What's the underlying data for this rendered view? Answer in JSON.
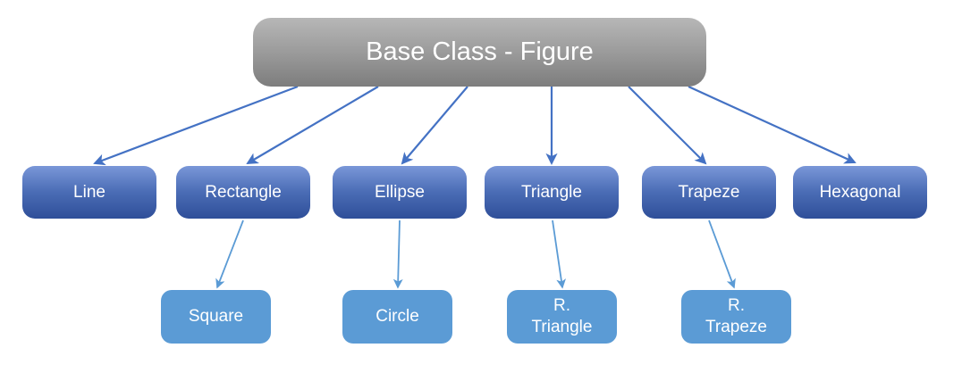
{
  "nodes": {
    "base": {
      "label": "Base Class - Figure"
    },
    "line": {
      "label": "Line"
    },
    "rectangle": {
      "label": "Rectangle"
    },
    "ellipse": {
      "label": "Ellipse"
    },
    "triangle": {
      "label": "Triangle"
    },
    "trapeze": {
      "label": "Trapeze"
    },
    "hexagonal": {
      "label": "Hexagonal"
    },
    "square": {
      "label": "Square"
    },
    "circle": {
      "label": "Circle"
    },
    "r_triangle": {
      "label": "R.\nTriangle"
    },
    "r_trapeze": {
      "label": "R.\nTrapeze"
    }
  },
  "edges": [
    {
      "from": "base",
      "to": "line",
      "level": 1
    },
    {
      "from": "base",
      "to": "rectangle",
      "level": 1
    },
    {
      "from": "base",
      "to": "ellipse",
      "level": 1
    },
    {
      "from": "base",
      "to": "triangle",
      "level": 1
    },
    {
      "from": "base",
      "to": "trapeze",
      "level": 1
    },
    {
      "from": "base",
      "to": "hexagonal",
      "level": 1
    },
    {
      "from": "rectangle",
      "to": "square",
      "level": 2
    },
    {
      "from": "ellipse",
      "to": "circle",
      "level": 2
    },
    {
      "from": "triangle",
      "to": "r_triangle",
      "level": 2
    },
    {
      "from": "trapeze",
      "to": "r_trapeze",
      "level": 2
    }
  ],
  "colors": {
    "background": "#FFFFFF",
    "text": "#FFFFFF",
    "base_box_top": "#B7B7B7",
    "base_box_mid": "#9B9B9B",
    "base_box_bottom": "#7D7D7D",
    "level1_box_top": "#7A97D8",
    "level1_box_mid": "#4A6CB5",
    "level1_box_bottom": "#2F4F99",
    "level2_box_fill": "#5B9BD5",
    "level1_arrow": "#4472C4",
    "level2_arrow": "#5B9BD5"
  }
}
